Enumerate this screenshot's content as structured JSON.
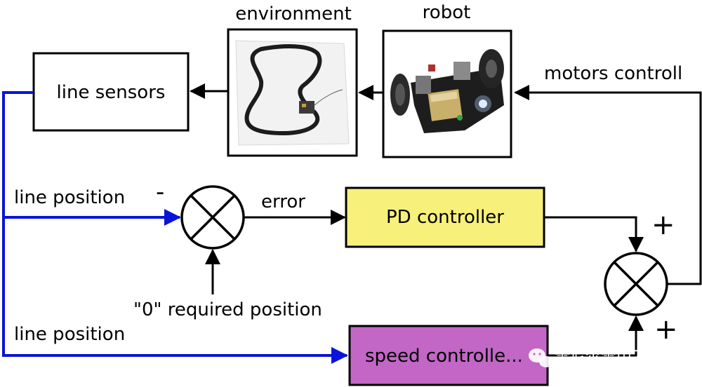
{
  "blocks": {
    "line_sensors": "line sensors",
    "pd_controller": "PD controller",
    "speed_controller": "speed controlle..."
  },
  "titles": {
    "environment": "environment",
    "robot": "robot"
  },
  "signals": {
    "motors_controll": "motors controll",
    "line_position_top": "line position",
    "line_position_bottom": "line position",
    "error": "error",
    "required_position": "\"0\" required position"
  },
  "signs": {
    "minus": "-",
    "plus_top": "+",
    "plus_bottom": "+"
  },
  "watermark": {
    "text": "雷尼尔雪山2020"
  },
  "colors": {
    "pd_controller_fill": "#f7f07a",
    "speed_controller_fill": "#c267c6",
    "feedback_line": "#0a14d8",
    "block_border": "#000000"
  }
}
